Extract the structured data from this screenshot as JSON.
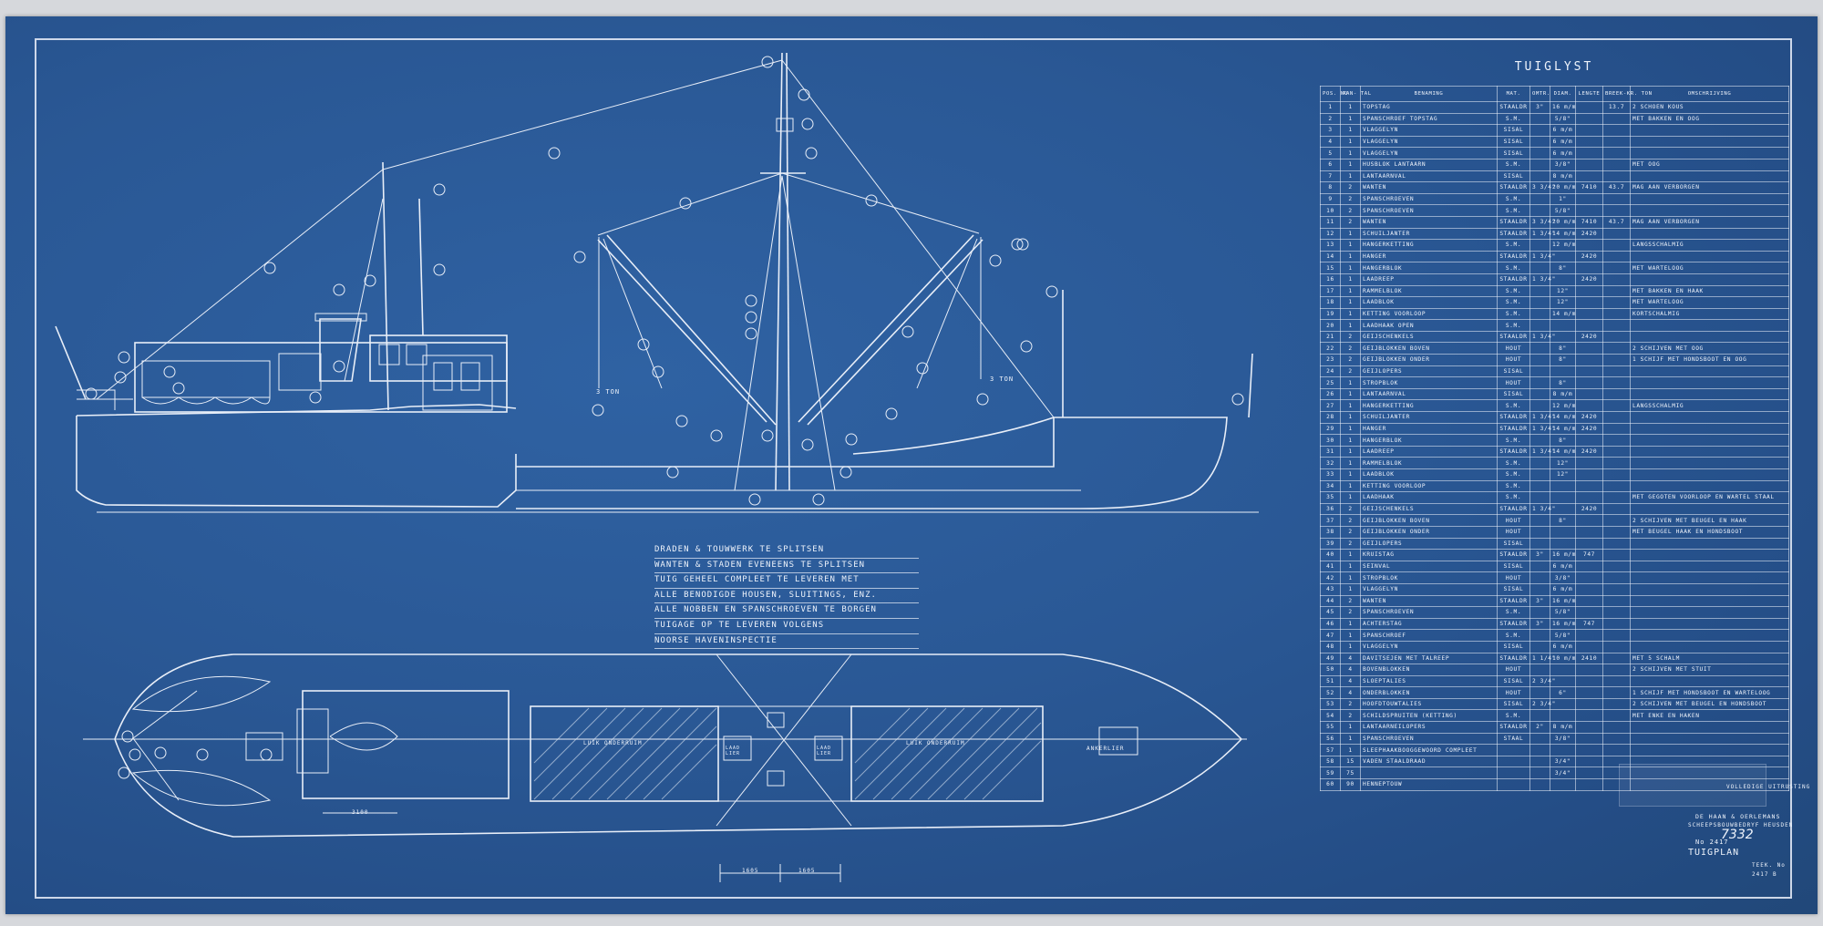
{
  "notes": [
    "DRADEN & TOUWWERK TE SPLITSEN",
    "WANTEN & STADEN EVENEENS TE SPLITSEN",
    "TUIG GEHEEL COMPLEET TE LEVEREN MET",
    "ALLE BENODIGDE HOUSEN, SLUITINGS, ENZ.",
    "ALLE NOBBEN EN SPANSCHROEVEN TE BORGEN",
    "TUIGAGE OP TE LEVEREN VOLGENS",
    "NOORSE HAVENINSPECTIE"
  ],
  "drawing_labels": {
    "swl_left": "3 TON",
    "swl_right": "3 TON",
    "hatch_fwd": "LUIK ONDERRUIM",
    "hatch_aft": "LUIK ONDERRUIM",
    "winch_left": "LAAD LIER",
    "winch_right": "LAAD LIER",
    "anchor_winch": "ANKERLIER",
    "dim_deckhouse": "3100",
    "dim_left": "1605",
    "dim_right": "1605"
  },
  "parts_list": {
    "title": "TUIGLYST",
    "headers": [
      "POS. NO",
      "AAN- TAL",
      "BENAMING",
      "MAT.",
      "OMTR.",
      "DIAM.",
      "LENGTE",
      "BREEK-KR. TON",
      "OMSCHRIJVING"
    ],
    "rows": [
      [
        "1",
        "1",
        "TOPSTAG",
        "STAALDR",
        "3\"",
        "16 m/m",
        "",
        "13.7",
        "2 SCHOEN KOUS"
      ],
      [
        "2",
        "1",
        "SPANSCHROEF TOPSTAG",
        "S.M.",
        "",
        "5/8\"",
        "",
        "",
        "MET BAKKEN EN OOG"
      ],
      [
        "3",
        "1",
        "VLAGGELYN",
        "SISAL",
        "",
        "6 m/m",
        "",
        "",
        ""
      ],
      [
        "4",
        "1",
        "VLAGGELYN",
        "SISAL",
        "",
        "6 m/m",
        "",
        "",
        ""
      ],
      [
        "5",
        "1",
        "VLAGGELYN",
        "SISAL",
        "",
        "6 m/m",
        "",
        "",
        ""
      ],
      [
        "6",
        "1",
        "HUSBLOK LANTAARN",
        "S.M.",
        "",
        "3/8\"",
        "",
        "",
        "MET OOG"
      ],
      [
        "7",
        "1",
        "LANTAARNVAL",
        "SISAL",
        "",
        "8 m/m",
        "",
        "",
        ""
      ],
      [
        "8",
        "2",
        "WANTEN",
        "STAALDR",
        "3 3/4\"",
        "20 m/m",
        "7410",
        "43.7",
        "MAG AAN VERBORGEN"
      ],
      [
        "9",
        "2",
        "SPANSCHROEVEN",
        "S.M.",
        "",
        "1\"",
        "",
        "",
        ""
      ],
      [
        "10",
        "2",
        "SPANSCHROEVEN",
        "S.M.",
        "",
        "5/8\"",
        "",
        "",
        ""
      ],
      [
        "11",
        "2",
        "WANTEN",
        "STAALDR",
        "3 3/4\"",
        "20 m/m",
        "7410",
        "43.7",
        "MAG AAN VERBORGEN"
      ],
      [
        "12",
        "1",
        "SCHUILJANTER",
        "STAALDR",
        "1 3/4\"",
        "14 m/m",
        "2420",
        "",
        ""
      ],
      [
        "13",
        "1",
        "HANGERKETTING",
        "S.M.",
        "",
        "12 m/m",
        "",
        "",
        "LANGSSCHALMIG"
      ],
      [
        "14",
        "1",
        "HANGER",
        "STAALDR",
        "1 3/4\"",
        "",
        "2420",
        "",
        ""
      ],
      [
        "15",
        "1",
        "HANGERBLOK",
        "S.M.",
        "",
        "8\"",
        "",
        "",
        "MET WARTELOOG"
      ],
      [
        "16",
        "1",
        "LAADREEP",
        "STAALDR",
        "1 3/4\"",
        "",
        "2420",
        "",
        ""
      ],
      [
        "17",
        "1",
        "RAMMELBLOK",
        "S.M.",
        "",
        "12\"",
        "",
        "",
        "MET BAKKEN EN HAAK"
      ],
      [
        "18",
        "1",
        "LAADBLOK",
        "S.M.",
        "",
        "12\"",
        "",
        "",
        "MET WARTELOOG"
      ],
      [
        "19",
        "1",
        "KETTING VOORLOOP",
        "S.M.",
        "",
        "14 m/m",
        "",
        "",
        "KORTSCHALMIG"
      ],
      [
        "20",
        "1",
        "LAADHAAK OPEN",
        "S.M.",
        "",
        "",
        "",
        "",
        ""
      ],
      [
        "21",
        "2",
        "GEIJSCHENKELS",
        "STAALDR",
        "1 3/4\"",
        "",
        "2420",
        "",
        ""
      ],
      [
        "22",
        "2",
        "GEIJBLOKKEN BOVEN",
        "HOUT",
        "",
        "8\"",
        "",
        "",
        "2 SCHIJVEN MET OOG"
      ],
      [
        "23",
        "2",
        "GEIJBLOKKEN ONDER",
        "HOUT",
        "",
        "8\"",
        "",
        "",
        "1 SCHIJF MET HONDSBOOT EN OOG"
      ],
      [
        "24",
        "2",
        "GEIJLOPERS",
        "SISAL",
        "",
        "",
        "",
        "",
        ""
      ],
      [
        "25",
        "1",
        "STROPBLOK",
        "HOUT",
        "",
        "8\"",
        "",
        "",
        ""
      ],
      [
        "26",
        "1",
        "LANTAARNVAL",
        "SISAL",
        "",
        "8 m/m",
        "",
        "",
        ""
      ],
      [
        "27",
        "1",
        "HANGERKETTING",
        "S.M.",
        "",
        "12 m/m",
        "",
        "",
        "LANGSSCHALMIG"
      ],
      [
        "28",
        "1",
        "SCHUILJANTER",
        "STAALDR",
        "1 3/4\"",
        "14 m/m",
        "2420",
        "",
        ""
      ],
      [
        "29",
        "1",
        "HANGER",
        "STAALDR",
        "1 3/4\"",
        "14 m/m",
        "2420",
        "",
        ""
      ],
      [
        "30",
        "1",
        "HANGERBLOK",
        "S.M.",
        "",
        "8\"",
        "",
        "",
        ""
      ],
      [
        "31",
        "1",
        "LAADREEP",
        "STAALDR",
        "1 3/4\"",
        "14 m/m",
        "2420",
        "",
        ""
      ],
      [
        "32",
        "1",
        "RAMMELBLOK",
        "S.M.",
        "",
        "12\"",
        "",
        "",
        ""
      ],
      [
        "33",
        "1",
        "LAADBLOK",
        "S.M.",
        "",
        "12\"",
        "",
        "",
        ""
      ],
      [
        "34",
        "1",
        "KETTING VOORLOOP",
        "S.M.",
        "",
        "",
        "",
        "",
        ""
      ],
      [
        "35",
        "1",
        "LAADHAAK",
        "S.M.",
        "",
        "",
        "",
        "",
        "MET GEGOTEN VOORLOOP EN WARTEL STAAL"
      ],
      [
        "36",
        "2",
        "GEIJSCHENKELS",
        "STAALDR",
        "1 3/4\"",
        "",
        "2420",
        "",
        ""
      ],
      [
        "37",
        "2",
        "GEIJBLOKKEN BOVEN",
        "HOUT",
        "",
        "8\"",
        "",
        "",
        "2 SCHIJVEN MET BEUGEL EN HAAK"
      ],
      [
        "38",
        "2",
        "GEIJBLOKKEN ONDER",
        "HOUT",
        "",
        "",
        "",
        "",
        "MET BEUGEL HAAK EN HONDSBOOT"
      ],
      [
        "39",
        "2",
        "GEIJLOPERS",
        "SISAL",
        "",
        "",
        "",
        "",
        ""
      ],
      [
        "40",
        "1",
        "KRUISTAG",
        "STAALDR",
        "3\"",
        "16 m/m",
        "747",
        "",
        ""
      ],
      [
        "41",
        "1",
        "SEINVAL",
        "SISAL",
        "",
        "6 m/m",
        "",
        "",
        ""
      ],
      [
        "42",
        "1",
        "STROPBLOK",
        "HOUT",
        "",
        "3/8\"",
        "",
        "",
        ""
      ],
      [
        "43",
        "1",
        "VLAGGELYN",
        "SISAL",
        "",
        "6 m/m",
        "",
        "",
        ""
      ],
      [
        "44",
        "2",
        "WANTEN",
        "STAALDR",
        "3\"",
        "16 m/m",
        "",
        "",
        ""
      ],
      [
        "45",
        "2",
        "SPANSCHROEVEN",
        "S.M.",
        "",
        "5/8\"",
        "",
        "",
        ""
      ],
      [
        "46",
        "1",
        "ACHTERSTAG",
        "STAALDR",
        "3\"",
        "16 m/m",
        "747",
        "",
        ""
      ],
      [
        "47",
        "1",
        "SPANSCHROEF",
        "S.M.",
        "",
        "5/8\"",
        "",
        "",
        ""
      ],
      [
        "48",
        "1",
        "VLAGGELYN",
        "SISAL",
        "",
        "6 m/m",
        "",
        "",
        ""
      ],
      [
        "49",
        "4",
        "DAVITSEJEN MET TALREEP",
        "STAALDR",
        "1 1/4\"",
        "10 m/m",
        "2410",
        "",
        "MET 5 SCHALM"
      ],
      [
        "50",
        "4",
        "BOVENBLOKKEN",
        "HOUT",
        "",
        "",
        "",
        "",
        "2 SCHIJVEN MET STUIT"
      ],
      [
        "51",
        "4",
        "SLOEPTALIES",
        "SISAL",
        "2 3/4\"",
        "",
        "",
        "",
        ""
      ],
      [
        "52",
        "4",
        "ONDERBLOKKEN",
        "HOUT",
        "",
        "6\"",
        "",
        "",
        "1 SCHIJF MET HONDSBOOT EN WARTELOOG"
      ],
      [
        "53",
        "2",
        "HOOFDTOUWTALIES",
        "SISAL",
        "2 3/4\"",
        "",
        "",
        "",
        "2 SCHIJVEN MET BEUGEL EN HONDSBOOT"
      ],
      [
        "54",
        "2",
        "SCHILDSPRUITEN (KETTING)",
        "S.M.",
        "",
        "",
        "",
        "",
        "MET ENKE EN HAKEN"
      ],
      [
        "55",
        "1",
        "LANTAARNEILOPERS",
        "STAALDR",
        "2\"",
        "8 m/m",
        "",
        "",
        ""
      ],
      [
        "56",
        "1",
        "SPANSCHROEVEN",
        "STAAL",
        "",
        "3/8\"",
        "",
        "",
        ""
      ],
      [
        "57",
        "1",
        "SLEEPHAAKBOOGGEWOORD COMPLEET",
        "",
        "",
        "",
        "",
        "",
        ""
      ],
      [
        "58",
        "15",
        "VADEN STAALDRAAD",
        "",
        "",
        "3/4\"",
        "",
        "",
        ""
      ],
      [
        "59",
        "75",
        "",
        "",
        "",
        "3/4\"",
        "",
        "",
        ""
      ],
      [
        "60",
        "90",
        "HENNEPTOUW",
        "",
        "",
        "",
        "",
        "",
        ""
      ]
    ]
  },
  "title_block": {
    "outfit": "VOLLEDIGE UITRUSTING",
    "yard_1": "DE HAAN & OERLEMANS",
    "yard_2": "SCHEEPSBOUWBEDRYF HEUSDEN",
    "drawing_no": "No 2417",
    "drawing_title": "TUIGPLAN",
    "sheet_label": "TEEK. No",
    "sheet_value": "2417 B",
    "archive_number": "7332"
  }
}
